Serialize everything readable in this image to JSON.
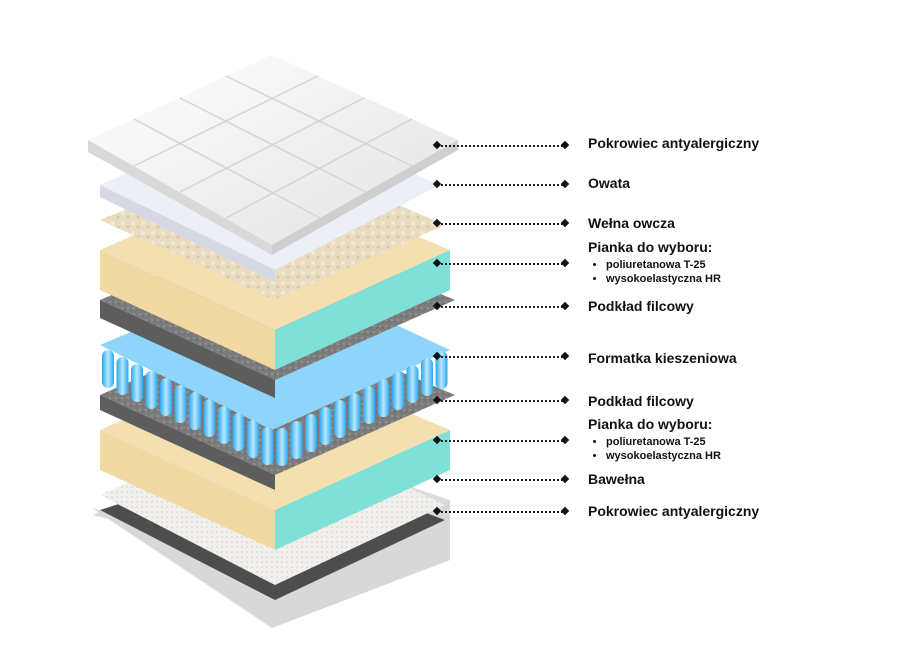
{
  "layers": [
    {
      "name": "Pokrowiec antyalergiczny"
    },
    {
      "name": "Owata"
    },
    {
      "name": "Wełna owcza"
    },
    {
      "name": "Pianka do wyboru:",
      "options": [
        "poliuretanowa T-25",
        "wysokoelastyczna HR"
      ]
    },
    {
      "name": "Podkład filcowy"
    },
    {
      "name": "Formatka kieszeniowa"
    },
    {
      "name": "Podkład filcowy"
    },
    {
      "name": "Pianka do wyboru:",
      "options": [
        "poliuretanowa T-25",
        "wysokoelastyczna HR"
      ]
    },
    {
      "name": "Bawełna"
    },
    {
      "name": "Pokrowiec antyalergiczny"
    }
  ],
  "colors": {
    "cover_top": "#f4f4f4",
    "batting": "#eceef6",
    "wool": "#e8dcc0",
    "foam_top": "#f2dca8",
    "foam_side": "#7fe0d8",
    "felt": "#7d7d7d",
    "springs": "#49b9f5",
    "cotton": "#f0efea",
    "cover_bottom": "#4a4a4a"
  }
}
